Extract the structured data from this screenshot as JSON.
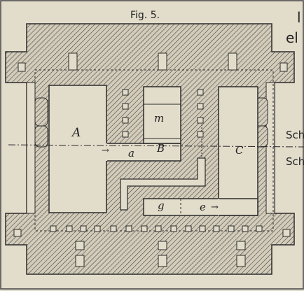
{
  "figure": {
    "title": "Fig. 5."
  },
  "side_text": {
    "line1": "el",
    "big_char": "l",
    "line2": "Sch",
    "line3": "Sch"
  },
  "rooms": {
    "A": "A",
    "B": "B",
    "C": "C",
    "m": "m",
    "a": "a",
    "g": "g",
    "e": "e"
  },
  "arrows": {
    "to_a": "→",
    "after_e": "→"
  },
  "colors": {
    "paper": "#e2dccb",
    "ink": "#2b2b2b",
    "hatch_bg": "#cfc8b6"
  }
}
